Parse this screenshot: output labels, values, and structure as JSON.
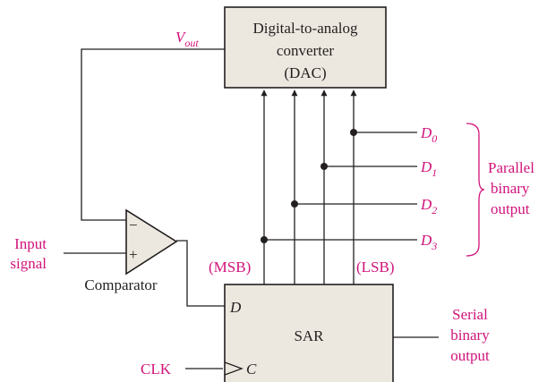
{
  "dac": {
    "line1": "Digital-to-analog",
    "line2": "converter",
    "line3": "(DAC)"
  },
  "vout": {
    "base": "V",
    "sub": "out"
  },
  "comparator": {
    "label": "Comparator",
    "minus": "−",
    "plus": "+"
  },
  "input_signal": {
    "line1": "Input",
    "line2": "signal"
  },
  "sar": {
    "label": "SAR",
    "d_pin": "D",
    "c_pin": "C"
  },
  "clk": "CLK",
  "msb": "(MSB)",
  "lsb": "(LSB)",
  "data_lines": [
    {
      "base": "D",
      "sub": "0"
    },
    {
      "base": "D",
      "sub": "1"
    },
    {
      "base": "D",
      "sub": "2"
    },
    {
      "base": "D",
      "sub": "3"
    }
  ],
  "parallel_output": {
    "line1": "Parallel",
    "line2": "binary",
    "line3": "output"
  },
  "serial_output": {
    "line1": "Serial",
    "line2": "binary",
    "line3": "output"
  },
  "colors": {
    "accent": "#d0137a",
    "box_fill": "#ece8df",
    "ink": "#231f20"
  }
}
